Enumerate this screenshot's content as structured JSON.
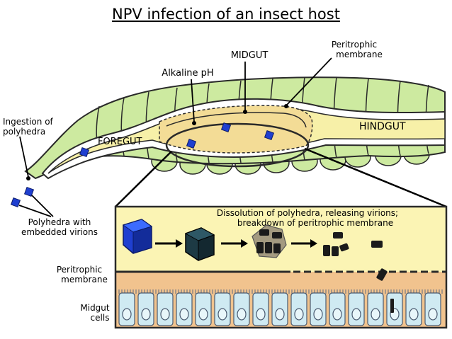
{
  "title": "NPV infection of an insect host",
  "labels": {
    "midgut": "MIDGUT",
    "alkaline_ph": "Alkaline pH",
    "peritrophic_membrane_top_1": "Peritrophic",
    "peritrophic_membrane_top_2": "membrane",
    "ingestion_1": "Ingestion of",
    "ingestion_2": "polyhedra",
    "foregut": "FOREGUT",
    "hindgut": "HINDGUT",
    "polyhedra_1": "Polyhedra with",
    "polyhedra_2": "embedded virions",
    "dissolution_1": "Dissolution of polyhedra, releasing virions;",
    "dissolution_2": "breakdown of peritrophic membrane",
    "peritrophic_membrane_left_1": "Peritrophic",
    "peritrophic_membrane_left_2": "membrane",
    "midgut_cells_1": "Midgut",
    "midgut_cells_2": "cells"
  },
  "colors": {
    "body_green": "#cdeaa0",
    "body_outline": "#2a2a2a",
    "gut_yellow": "#f7f0a8",
    "midgut_tint": "#f3dc96",
    "lumen_yellow": "#fbf4b4",
    "tissue_orange": "#f1c38e",
    "cell_blue": "#cfeaf2",
    "polyhedron_blue": "#1f3fd0",
    "polyhedron_dark": "#1d3a44",
    "dissolving_gray": "#a49a80"
  }
}
